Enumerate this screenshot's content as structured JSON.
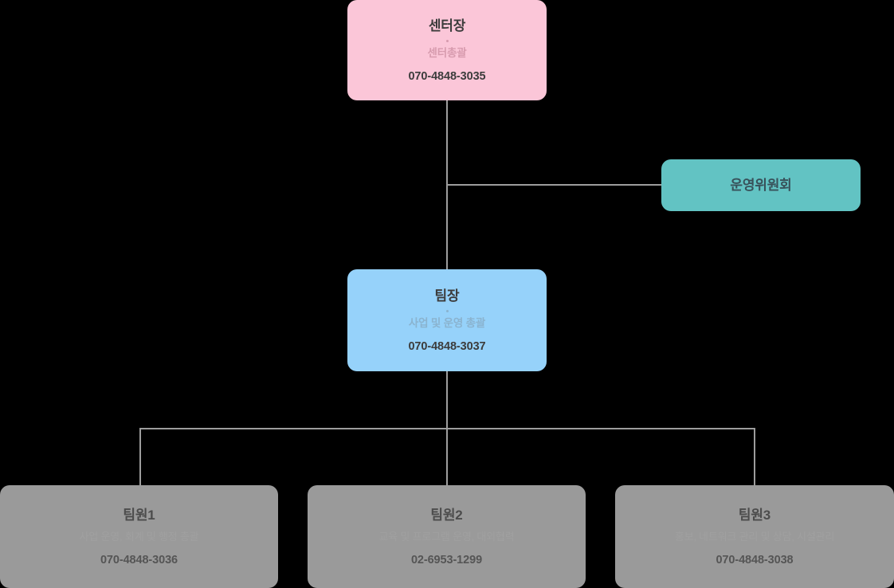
{
  "chart": {
    "type": "org-chart",
    "background_color": "#000000",
    "connector_color": "#9d9d9d",
    "nodes": [
      {
        "id": "center-director",
        "title": "센터장",
        "subtitle": "센터총괄",
        "phone": "070-4848-3035",
        "color": "#fbc6d8"
      },
      {
        "id": "steering-committee",
        "title": "운영위원회",
        "subtitle": "",
        "phone": "",
        "color": "#62c3c3"
      },
      {
        "id": "team-leader",
        "title": "팀장",
        "subtitle": "사업 및 운영 총괄",
        "phone": "070-4848-3037",
        "color": "#96d2fa"
      },
      {
        "id": "team-member-1",
        "title": "팀원1",
        "subtitle": "사업 운영, 회계 및 행정 총괄",
        "phone": "070-4848-3036",
        "color": "#9a9a9a"
      },
      {
        "id": "team-member-2",
        "title": "팀원2",
        "subtitle": "교육 및 프로그램 운영, 대외협력",
        "phone": "02-6953-1299",
        "color": "#9a9a9a"
      },
      {
        "id": "team-member-3",
        "title": "팀원3",
        "subtitle": "홍보, 네트워크 관리 및 상담, 시설관리",
        "phone": "070-4848-3038",
        "color": "#9a9a9a"
      }
    ]
  }
}
